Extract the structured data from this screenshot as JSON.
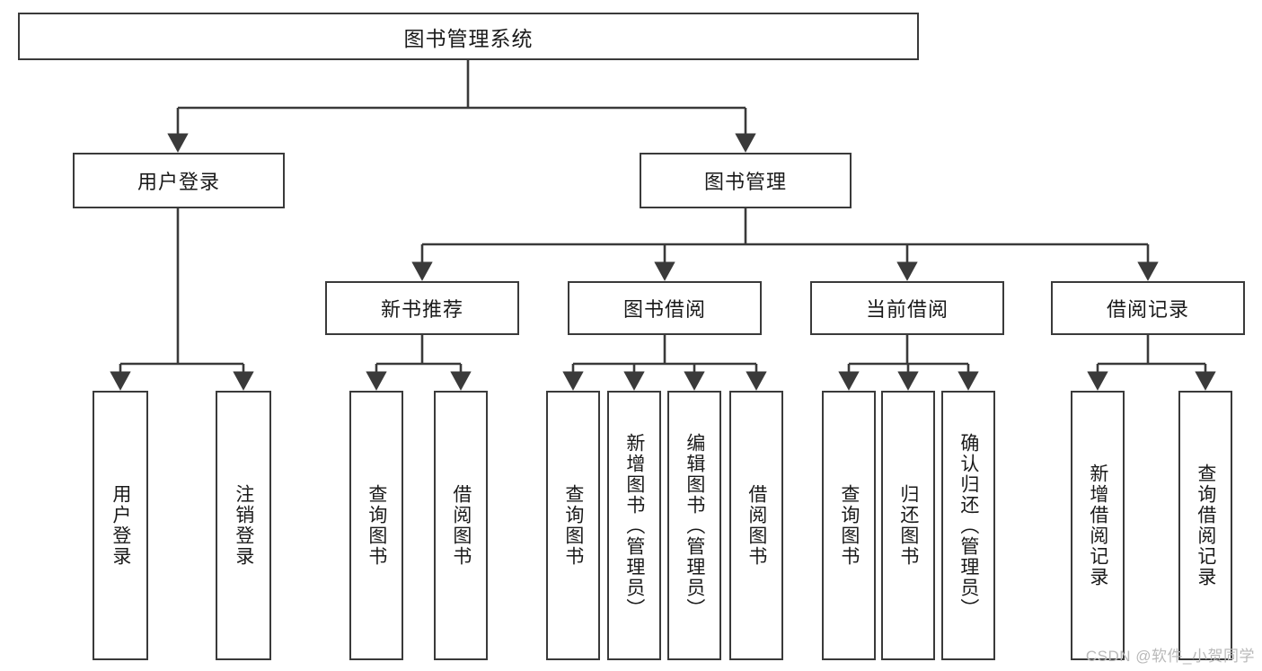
{
  "diagram": {
    "title": "图书管理系统",
    "type": "tree-hierarchy-chart",
    "root": {
      "label": "图书管理系统"
    },
    "level2": [
      {
        "label": "用户登录"
      },
      {
        "label": "图书管理"
      }
    ],
    "level3": [
      {
        "label": "新书推荐"
      },
      {
        "label": "图书借阅"
      },
      {
        "label": "当前借阅"
      },
      {
        "label": "借阅记录"
      }
    ],
    "leaves": {
      "user_login": [
        {
          "label": "用户登录"
        },
        {
          "label": "注销登录"
        }
      ],
      "new_book_recommend": [
        {
          "label": "查询图书"
        },
        {
          "label": "借阅图书"
        }
      ],
      "book_borrow": [
        {
          "label": "查询图书"
        },
        {
          "label": "新增图书（管理员）"
        },
        {
          "label": "编辑图书（管理员）"
        },
        {
          "label": "借阅图书"
        }
      ],
      "current_borrow": [
        {
          "label": "查询图书"
        },
        {
          "label": "归还图书"
        },
        {
          "label": "确认归还（管理员）"
        }
      ],
      "borrow_record": [
        {
          "label": "新增借阅记录"
        },
        {
          "label": "查询借阅记录"
        }
      ]
    }
  },
  "watermark": {
    "text": "CSDN @软件_小贺同学"
  },
  "colors": {
    "border": "#3a3a3a",
    "background": "#ffffff",
    "text": "#1a1a1a",
    "watermark": "#b9b9b9"
  }
}
